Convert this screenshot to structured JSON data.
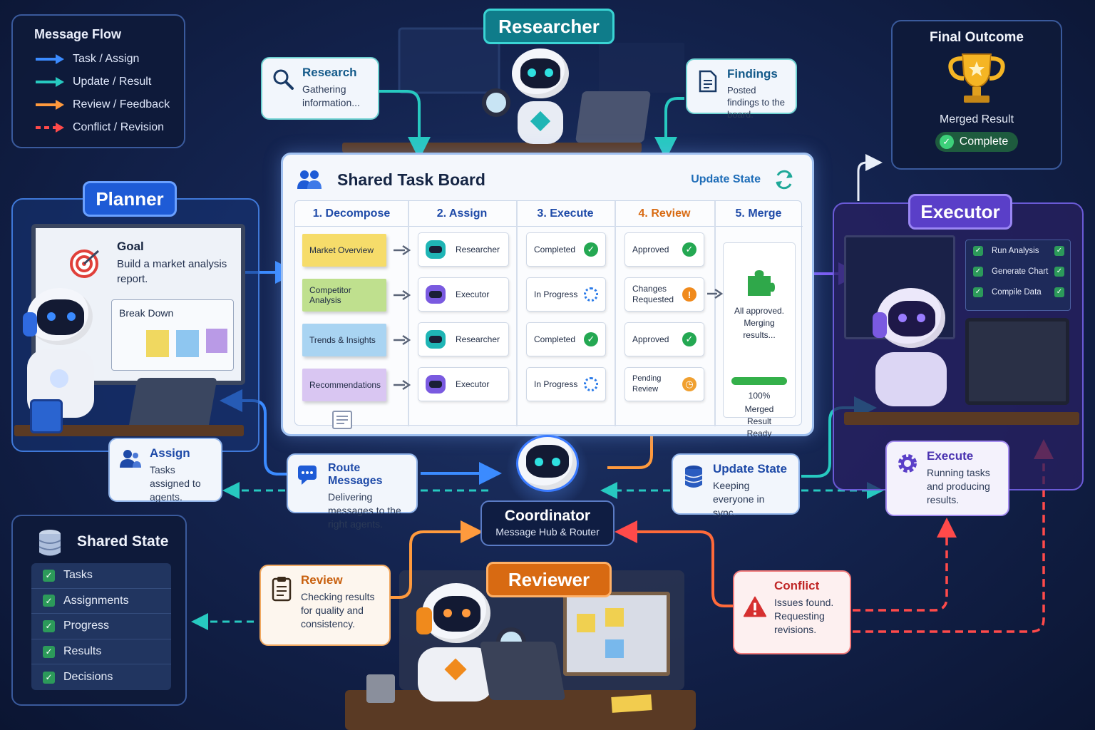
{
  "colors": {
    "task": "#3b8bff",
    "update": "#27c9c0",
    "review": "#ff9a3d",
    "conflict": "#ff4a4a",
    "planner": "#1e5bd6",
    "researcher": "#0f7c8a",
    "executor": "#5a3fc8",
    "reviewer": "#d86a12"
  },
  "legend": {
    "title": "Message Flow",
    "items": [
      {
        "label": "Task / Assign",
        "style": "solid",
        "color": "#3b8bff"
      },
      {
        "label": "Update / Result",
        "style": "solid",
        "color": "#27c9c0"
      },
      {
        "label": "Review / Feedback",
        "style": "solid",
        "color": "#ff9a3d"
      },
      {
        "label": "Conflict / Revision",
        "style": "dashed",
        "color": "#ff4a4a"
      }
    ]
  },
  "roles": {
    "researcher": "Researcher",
    "planner": "Planner",
    "executor": "Executor",
    "reviewer": "Reviewer"
  },
  "callouts": {
    "research": {
      "title": "Research",
      "body": "Gathering information...",
      "icon": "magnifier-icon"
    },
    "findings": {
      "title": "Findings",
      "body": "Posted findings to the board.",
      "icon": "document-icon"
    },
    "assign": {
      "title": "Assign",
      "body": "Tasks assigned to agents.",
      "icon": "users-icon"
    },
    "route": {
      "title": "Route Messages",
      "body": "Delivering messages to the right agents.",
      "icon": "chat-icon"
    },
    "update": {
      "title": "Update State",
      "body": "Keeping everyone in sync.",
      "icon": "database-icon"
    },
    "execute": {
      "title": "Execute",
      "body": "Running tasks and producing results.",
      "icon": "gear-icon"
    },
    "review": {
      "title": "Review",
      "body": "Checking results for quality and consistency.",
      "icon": "clipboard-icon"
    },
    "conflict": {
      "title": "Conflict",
      "body": "Issues found. Requesting revisions.",
      "icon": "warning-icon"
    }
  },
  "planner": {
    "goal_title": "Goal",
    "goal_body": "Build a market analysis report.",
    "breakdown": "Break Down"
  },
  "board": {
    "title": "Shared Task Board",
    "update_label": "Update State",
    "columns": [
      "1. Decompose",
      "2. Assign",
      "3. Execute",
      "4. Review",
      "5. Merge"
    ],
    "rows": [
      {
        "task": "Market Overview",
        "task_color": "#f6dc6a",
        "agent": "Researcher",
        "agent_kind": "researcher",
        "exec": "Completed",
        "exec_state": "done",
        "review": "Approved",
        "review_state": "approved"
      },
      {
        "task": "Competitor Analysis",
        "task_color": "#bfe08e",
        "agent": "Executor",
        "agent_kind": "executor",
        "exec": "In Progress",
        "exec_state": "progress",
        "review": "Changes Requested",
        "review_state": "changes"
      },
      {
        "task": "Trends & Insights",
        "task_color": "#a9d4f2",
        "agent": "Researcher",
        "agent_kind": "researcher",
        "exec": "Completed",
        "exec_state": "done",
        "review": "Approved",
        "review_state": "approved"
      },
      {
        "task": "Recommendations",
        "task_color": "#d9c6f2",
        "agent": "Executor",
        "agent_kind": "executor",
        "exec": "In Progress",
        "exec_state": "progress",
        "review": "Pending Review",
        "review_state": "pending"
      }
    ],
    "merge": {
      "status": "All approved. Merging results...",
      "progress": 1.0,
      "percent": "100%",
      "result": "Merged Result Ready"
    }
  },
  "final": {
    "title": "Final Outcome",
    "result": "Merged Result",
    "badge": "Complete"
  },
  "executor_checklist": [
    "Run Analysis",
    "Generate Chart",
    "Compile Data"
  ],
  "coordinator": {
    "title": "Coordinator",
    "subtitle": "Message Hub & Router"
  },
  "shared_state": {
    "title": "Shared State",
    "items": [
      "Tasks",
      "Assignments",
      "Progress",
      "Results",
      "Decisions"
    ]
  }
}
